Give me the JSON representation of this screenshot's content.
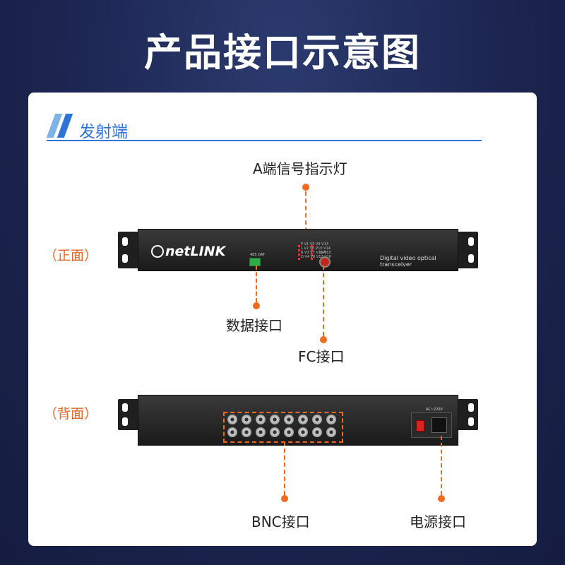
{
  "title": "产品接口示意图",
  "section": {
    "title": "发射端"
  },
  "front": {
    "side_label": "（正面）",
    "logo": "netLINK",
    "model_text": "Digital video optical transceiver",
    "rs_label": "485 DAT",
    "led_lines": "P V1 V5 V9 V13\nL V2 V6 V10 V14\nR V3 V7 V11 V15\nD V4 V8 V12 V16",
    "fc_label": "OPT",
    "callout_indicator": "A端信号指示灯",
    "callout_data": "数据接口",
    "callout_fc": "FC接口"
  },
  "back": {
    "side_label": "（背面）",
    "power_text": "AC~220V",
    "callout_bnc": "BNC接口",
    "callout_power": "电源接口"
  },
  "colors": {
    "accent": "#f26a1e",
    "section_blue": "#2f72d8",
    "background": "#1c2550"
  }
}
